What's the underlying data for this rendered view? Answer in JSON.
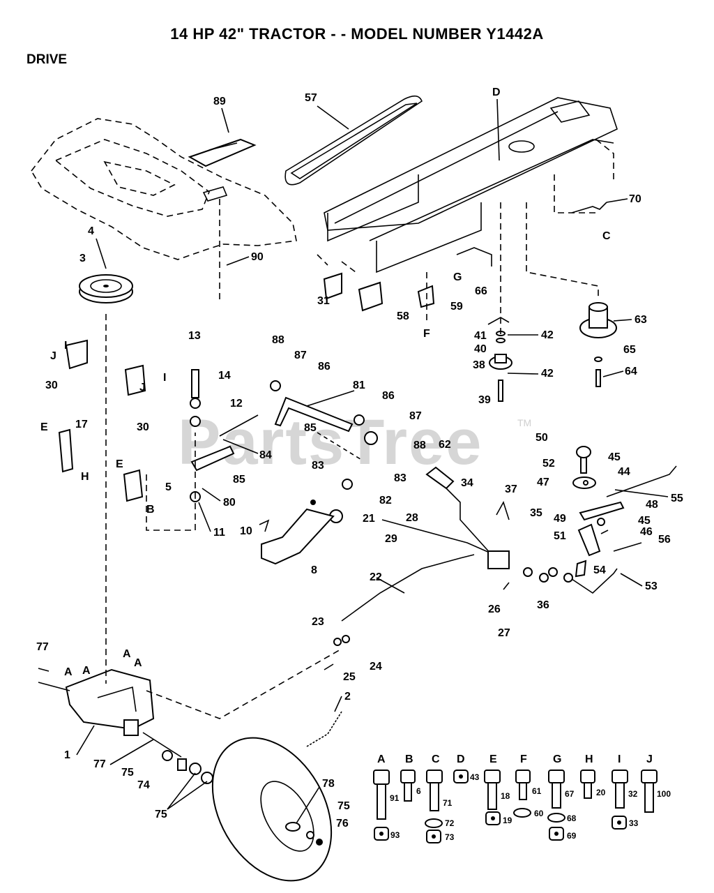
{
  "header": {
    "title": "14 HP 42\" TRACTOR - - MODEL NUMBER Y1442A",
    "section": "DRIVE"
  },
  "watermark": {
    "text": "PartsTree",
    "tm": "TM"
  },
  "callouts": {
    "p89": "89",
    "p57": "57",
    "pD": "D",
    "p70": "70",
    "pC": "C",
    "p4": "4",
    "p3": "3",
    "p90": "90",
    "p31": "31",
    "p58": "58",
    "p59": "59",
    "pF": "F",
    "p66": "66",
    "pG": "G",
    "p63": "63",
    "p65": "65",
    "p64": "64",
    "p41": "41",
    "p42a": "42",
    "p40": "40",
    "p38": "38",
    "p42b": "42",
    "p39": "39",
    "p13": "13",
    "p14": "14",
    "p12": "12",
    "p30a": "30",
    "pJa": "J",
    "pIa": "I",
    "p30b": "30",
    "pJb": "J",
    "pIb": "I",
    "p88a": "88",
    "p87a": "87",
    "p86a": "86",
    "p81": "81",
    "p85a": "85",
    "p86b": "86",
    "p87b": "87",
    "p88b": "88",
    "p17": "17",
    "pEa": "E",
    "pH": "H",
    "pEb": "E",
    "p5": "5",
    "pB": "B",
    "p84": "84",
    "p85b": "85",
    "p80": "80",
    "p11": "11",
    "p83a": "83",
    "p83b": "83",
    "p82": "82",
    "p21": "21",
    "p10": "10",
    "p8": "8",
    "p62": "62",
    "p34": "34",
    "p37": "37",
    "p28": "28",
    "p29": "29",
    "p22": "22",
    "p35": "35",
    "p36": "36",
    "p26": "26",
    "p27": "27",
    "p50": "50",
    "p45a": "45",
    "p52": "52",
    "p44": "44",
    "p47": "47",
    "p55": "55",
    "p48": "48",
    "p45b": "45",
    "p49": "49",
    "p46": "46",
    "p51": "51",
    "p56": "56",
    "p54": "54",
    "p53": "53",
    "p23": "23",
    "p24": "24",
    "p25": "25",
    "p2": "2",
    "p77a": "77",
    "pAa": "A",
    "pAb": "A",
    "pAc": "A",
    "pAd": "A",
    "p1": "1",
    "p77b": "77",
    "p75a": "75",
    "p74": "74",
    "p75b": "75",
    "p78": "78",
    "p75c": "75",
    "p76": "76"
  },
  "hardware_legend": [
    {
      "key": "A",
      "bolt": "91",
      "nut": "93"
    },
    {
      "key": "B",
      "bolt": "6",
      "nut": ""
    },
    {
      "key": "C",
      "bolt": "71",
      "washer": "72",
      "nut": "73"
    },
    {
      "key": "D",
      "nut": "43"
    },
    {
      "key": "E",
      "bolt": "18",
      "nut": "19"
    },
    {
      "key": "F",
      "bolt": "61",
      "washer": "60"
    },
    {
      "key": "G",
      "bolt": "67",
      "washer": "68",
      "nut": "69"
    },
    {
      "key": "H",
      "bolt": "20"
    },
    {
      "key": "I",
      "bolt": "32",
      "nut": "33"
    },
    {
      "key": "J",
      "bolt": "100"
    }
  ]
}
